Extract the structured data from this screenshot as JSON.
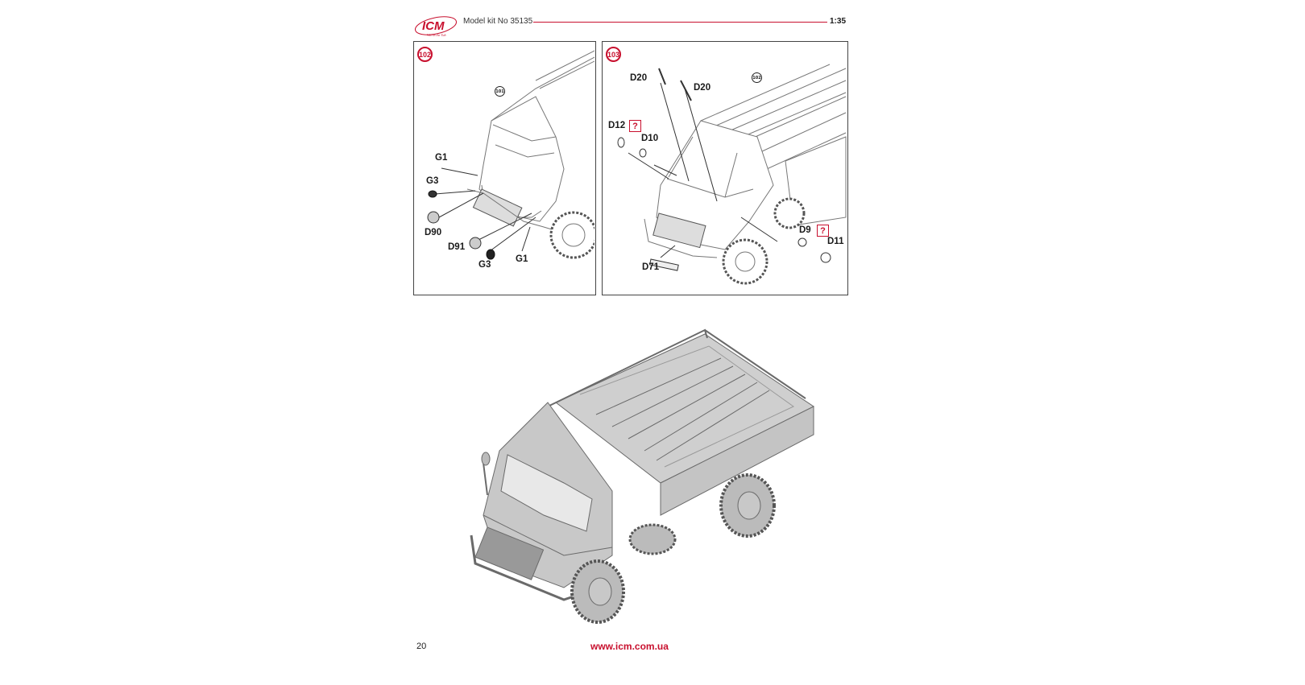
{
  "header": {
    "logo_text": "ICM",
    "logo_tagline": "Wto in the Tub",
    "kit_label": "Model kit No 35135",
    "scale": "1:35"
  },
  "steps": [
    {
      "number": "102",
      "reference_step": "101",
      "parts": [
        "G1",
        "G3",
        "D90",
        "D91",
        "G3",
        "G1"
      ]
    },
    {
      "number": "103",
      "reference_step": "102",
      "parts": [
        "D20",
        "D20",
        "D12",
        "D10",
        "D9",
        "D11",
        "D71"
      ],
      "optional_mark": "?"
    }
  ],
  "footer": {
    "page_number": "20",
    "website": "www.icm.com.ua"
  },
  "colors": {
    "brand_red": "#c8102e",
    "line_grey": "#8a8a8a"
  }
}
